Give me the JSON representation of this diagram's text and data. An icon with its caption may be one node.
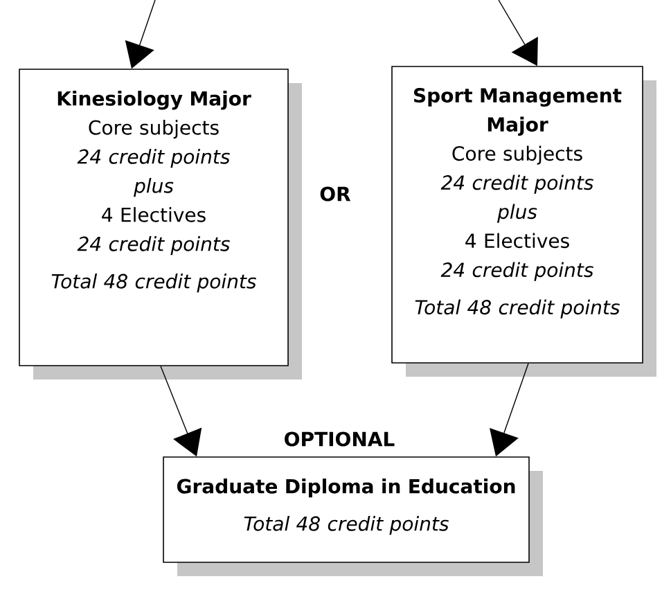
{
  "diagram": {
    "nodes": [
      {
        "text": [
          "Kinesiology Major",
          "Core subjects",
          "24 credit points",
          "plus",
          "4 Electives",
          "24 credit points",
          "Total 48 credit points"
        ]
      },
      {
        "text": [
          "Sport Management Major",
          "Core subjects",
          "24 credit points",
          "plus",
          "4 Electives",
          "24 credit points",
          "Total 48 credit points"
        ]
      },
      {
        "text": [
          "Graduate Diploma in Education",
          "Total 48 credit points"
        ]
      }
    ],
    "edges": [
      {
        "from": null,
        "to": 0,
        "arrow": "to"
      },
      {
        "from": null,
        "to": 1,
        "arrow": "to"
      },
      {
        "from": 0,
        "to": 2,
        "arrow": "to"
      },
      {
        "from": 1,
        "to": 2,
        "arrow": "to"
      }
    ],
    "labels": [
      "OR",
      "OPTIONAL"
    ]
  }
}
